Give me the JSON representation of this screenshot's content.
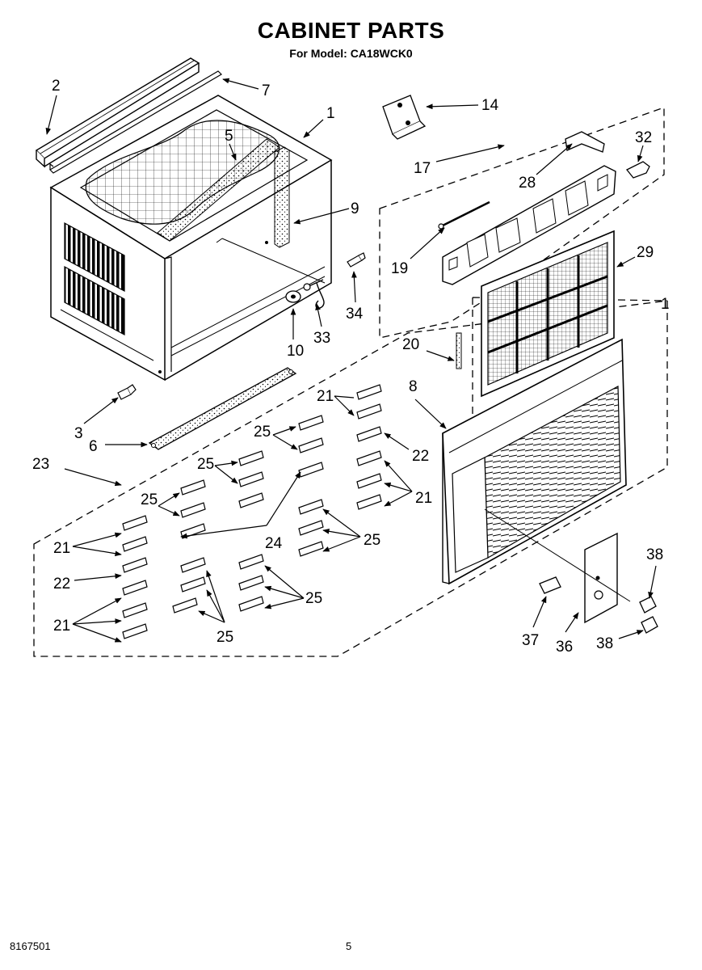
{
  "header": {
    "title": "CABINET PARTS",
    "subtitle": "For Model: CA18WCK0"
  },
  "footer": {
    "document_number": "8167501",
    "page_number": "5"
  },
  "callouts": {
    "c1": "1",
    "c2": "2",
    "c3": "3",
    "c5": "5",
    "c6": "6",
    "c7": "7",
    "c8": "8",
    "c9": "9",
    "c10": "10",
    "c14": "14",
    "c17": "17",
    "c19": "19",
    "c20": "20",
    "c21a": "21",
    "c21b": "21",
    "c21c": "21",
    "c21d": "21",
    "c22a": "22",
    "c22b": "22",
    "c23": "23",
    "c24": "24",
    "c25a": "25",
    "c25b": "25",
    "c25c": "25",
    "c25d": "25",
    "c25e": "25",
    "c25f": "25",
    "c28": "28",
    "c29": "29",
    "c1b": "1",
    "c32": "32",
    "c33": "33",
    "c34": "34",
    "c36": "36",
    "c37": "37",
    "c38a": "38",
    "c38b": "38"
  }
}
